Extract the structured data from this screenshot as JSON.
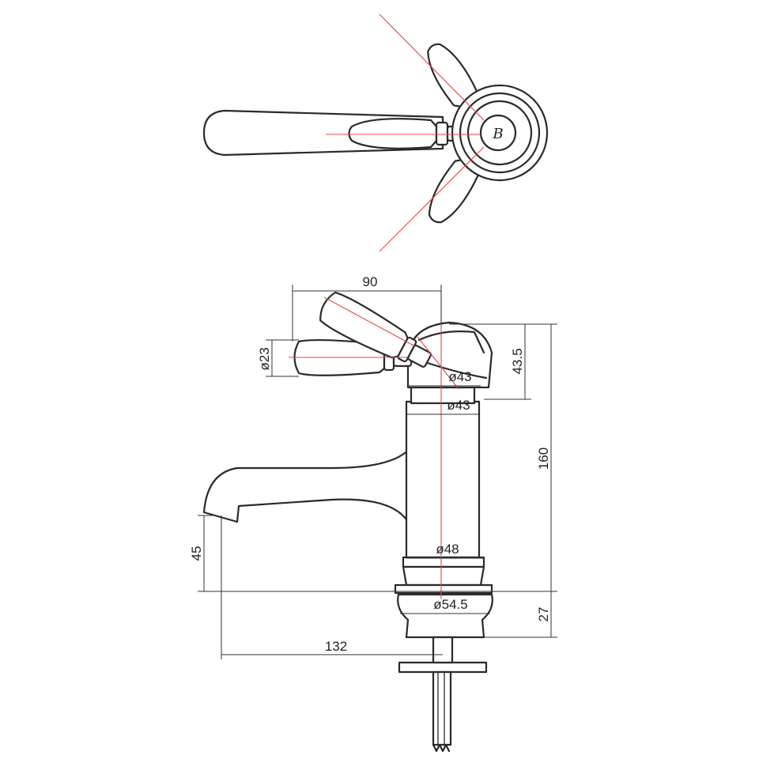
{
  "views": {
    "top": {
      "monogram": "B"
    },
    "side": {
      "dimensions": {
        "lever_reach": "90",
        "lever_diameter": "ø23",
        "body_top_height": "43.5",
        "body_head_diameter": "ø43",
        "body_neck_diameter": "ø43",
        "overall_height": "160",
        "body_base_diameter": "ø48",
        "spout_height": "45",
        "flange_diameter": "ø54.5",
        "flange_height": "27",
        "spout_projection": "132"
      }
    }
  },
  "colors": {
    "outline": "#2a2a2a",
    "centerline": "#e04848",
    "dimension": "#333333"
  }
}
